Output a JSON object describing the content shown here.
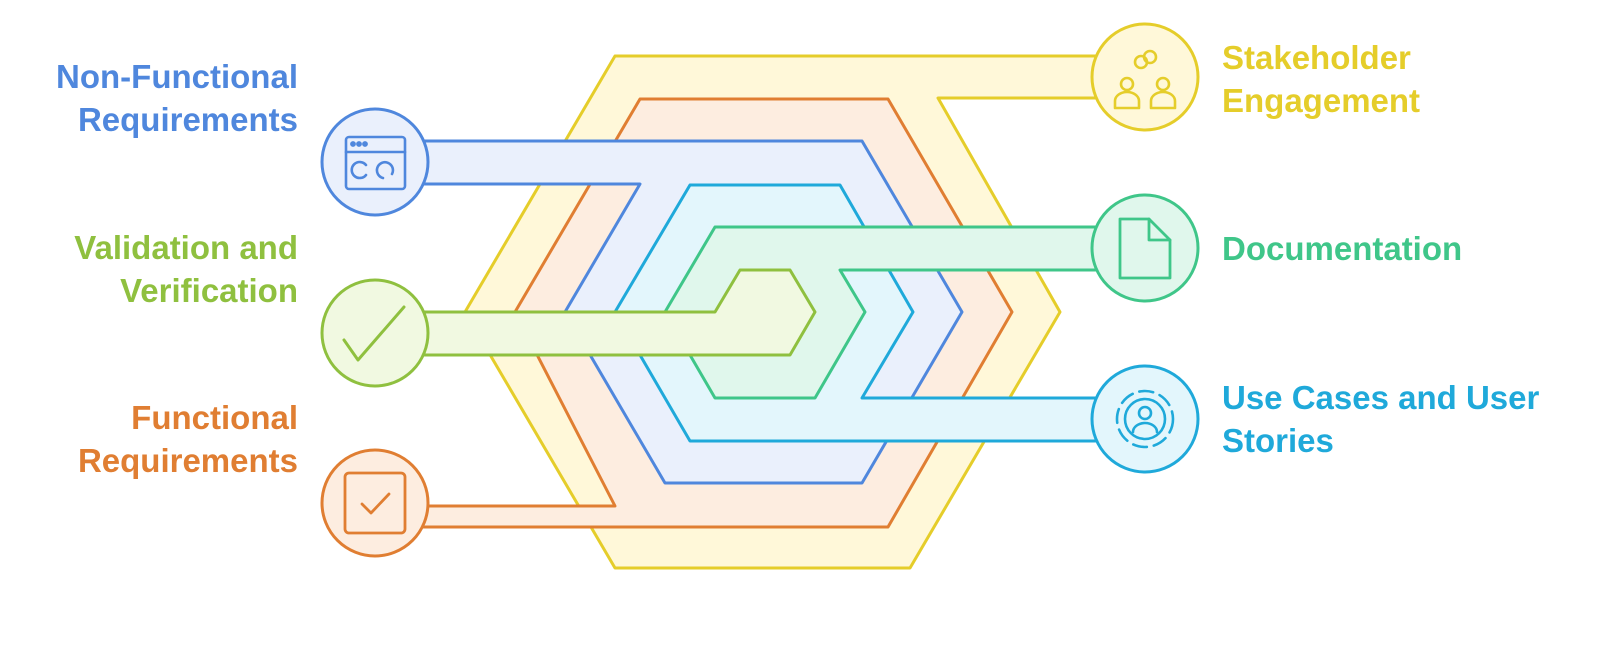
{
  "colors": {
    "blue": "#4F87DD",
    "green_light": "#8FC03F",
    "orange": "#E07E32",
    "yellow": "#E5CD2A",
    "green": "#3FC689",
    "cyan": "#1FA9DA"
  },
  "items": [
    {
      "id": "non-functional",
      "lines": [
        "Non-Functional",
        "Requirements"
      ],
      "color": "blue",
      "icon": "browser-window-icon",
      "side": "left"
    },
    {
      "id": "validation",
      "lines": [
        "Validation and",
        "Verification"
      ],
      "color": "green_light",
      "icon": "checkmark-icon",
      "side": "left"
    },
    {
      "id": "functional",
      "lines": [
        "Functional",
        "Requirements"
      ],
      "color": "orange",
      "icon": "checkbox-icon",
      "side": "left"
    },
    {
      "id": "stakeholder",
      "lines": [
        "Stakeholder",
        "Engagement"
      ],
      "color": "yellow",
      "icon": "people-link-icon",
      "side": "right"
    },
    {
      "id": "documentation",
      "lines": [
        "Documentation"
      ],
      "color": "green",
      "icon": "document-icon",
      "side": "right"
    },
    {
      "id": "use-cases",
      "lines": [
        "Use Cases and User",
        "Stories"
      ],
      "color": "cyan",
      "icon": "user-circle-icon",
      "side": "right"
    }
  ]
}
